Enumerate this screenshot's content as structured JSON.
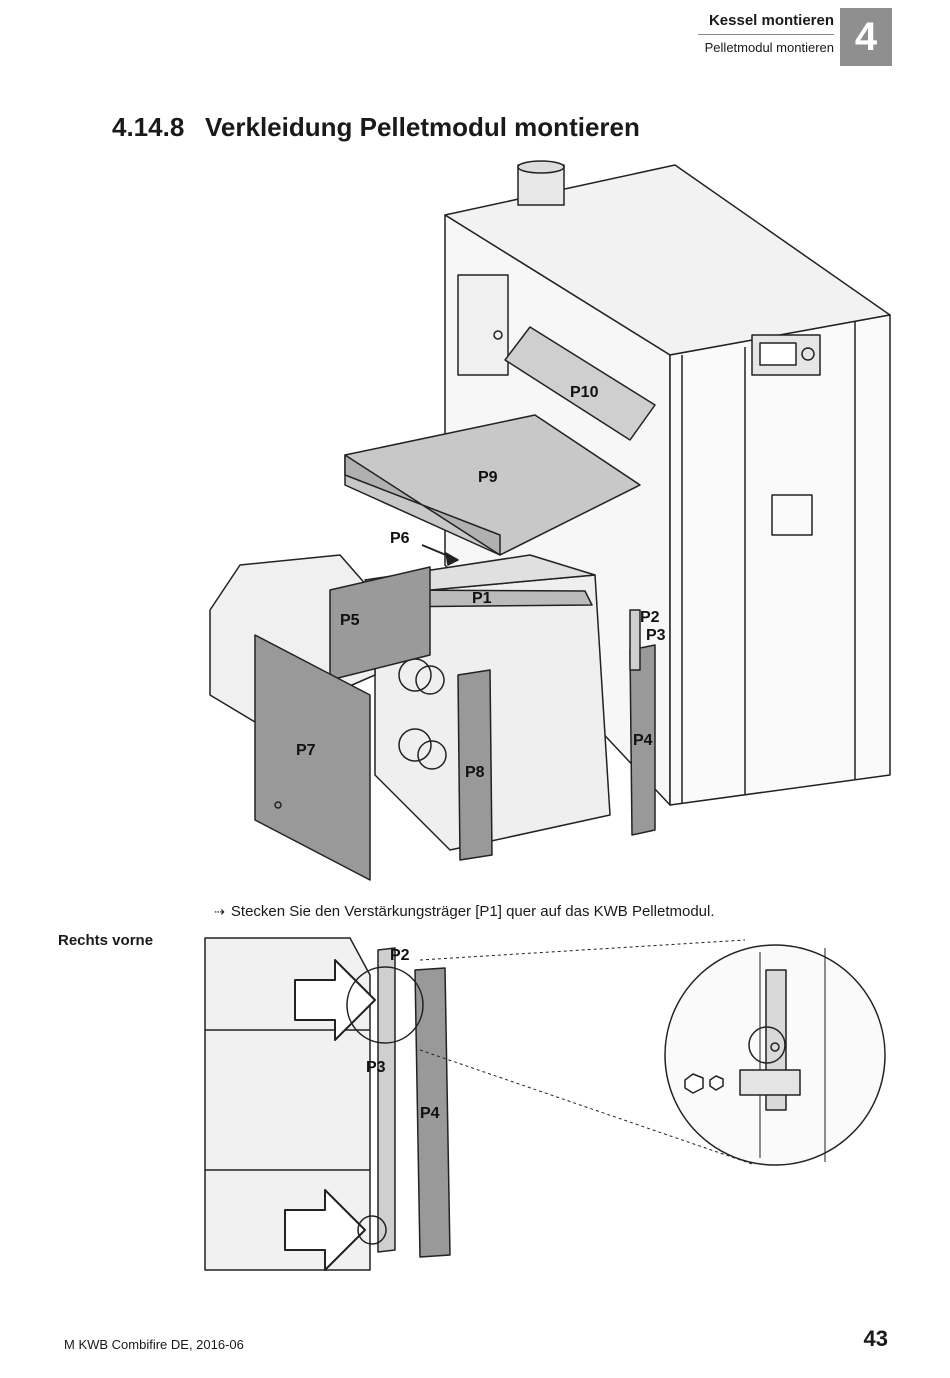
{
  "header": {
    "chapter": "Kessel montieren",
    "section": "Pelletmodul montieren",
    "chapter_number": "4"
  },
  "section": {
    "number": "4.14.8",
    "title": "Verkleidung Pelletmodul montieren"
  },
  "figure_main": {
    "labels": {
      "p1": "P1",
      "p2": "P2",
      "p3": "P3",
      "p4": "P4",
      "p5": "P5",
      "p6": "P6",
      "p7": "P7",
      "p8": "P8",
      "p9": "P9",
      "p10": "P10"
    }
  },
  "instruction": {
    "text": "Stecken Sie den Verstärkungsträger [P1] quer auf das KWB Pelletmodul."
  },
  "detail": {
    "side_label": "Rechts vorne",
    "labels": {
      "p2": "P2",
      "p3": "P3",
      "p4": "P4"
    }
  },
  "footer": {
    "document": "M KWB Combifire DE, 2016-06",
    "page": "43"
  },
  "colors": {
    "chapter_box": "#8f8f8f",
    "panel": "#999999",
    "panel_light": "#cfcfcf"
  }
}
